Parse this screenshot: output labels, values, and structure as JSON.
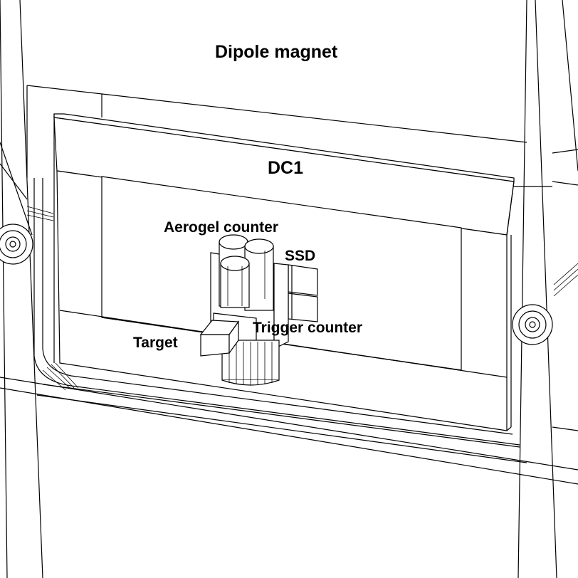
{
  "diagram": {
    "labels": {
      "dipole_magnet": "Dipole magnet",
      "dc1": "DC1",
      "aerogel_counter": "Aerogel counter",
      "ssd": "SSD",
      "trigger_counter": "Trigger counter",
      "target": "Target"
    },
    "colors": {
      "line": "#000000",
      "background": "#ffffff"
    }
  }
}
